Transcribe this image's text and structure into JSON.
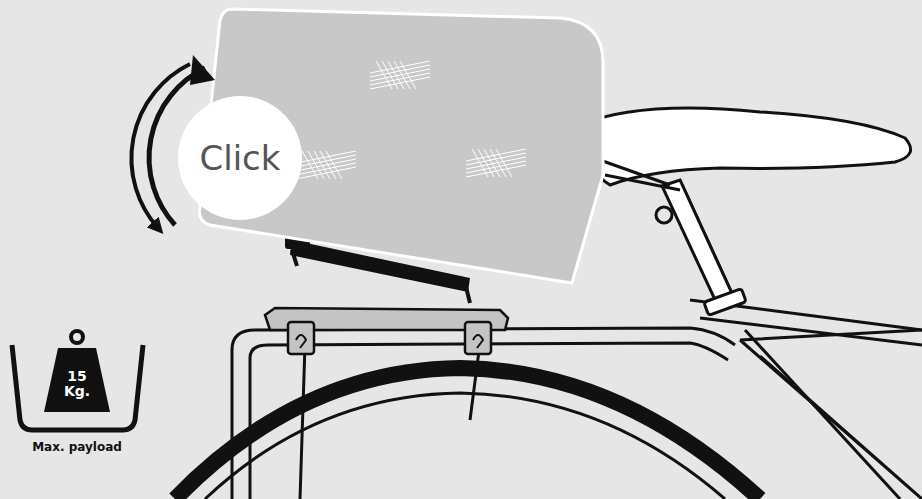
{
  "diagram": {
    "nodes": [
      {
        "text": [
          "Click"
        ]
      },
      {
        "text": [
          "15 Kg."
        ]
      }
    ],
    "labels": [
      "Max. payload"
    ]
  }
}
